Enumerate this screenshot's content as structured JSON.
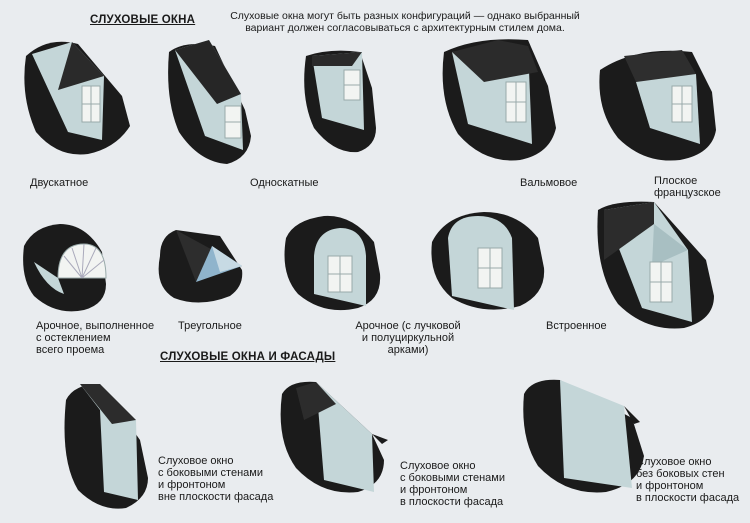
{
  "headings": {
    "section1": "СЛУХОВЫЕ ОКНА",
    "section2": "СЛУХОВЫЕ ОКНА И ФАСАДЫ"
  },
  "intro": "Слуховые окна могут быть разных конфигураций — однако выбранный вариант должен согласовываться с архитектурным стилем дома.",
  "labels": {
    "gable": "Двускатное",
    "shed": "Односкатные",
    "hip": "Вальмовое",
    "french": "Плоское\nфранцузское",
    "arched_glazed": "Арочное, выполненное\nс остеклением\nвсего проема",
    "triangular": "Треугольное",
    "arched_segment": "Арочное (с лучковой\nи полуциркульной\nарками)",
    "builtin": "Встроенное",
    "facade1": "Слуховое окно\nс боковыми стенами\nи фронтоном\nвне плоскости фасада",
    "facade2": "Слуховое окно\nс боковыми стенами\nи фронтоном\nв плоскости фасада",
    "facade3": "Слуховое окно\nбез боковых стен\nи фронтоном\nв плоскости фасада"
  },
  "colors": {
    "roof": "#1b1b1b",
    "wall": "#c4d6d8",
    "window": "#f2f4f2",
    "glass": "#8fb4cc"
  }
}
